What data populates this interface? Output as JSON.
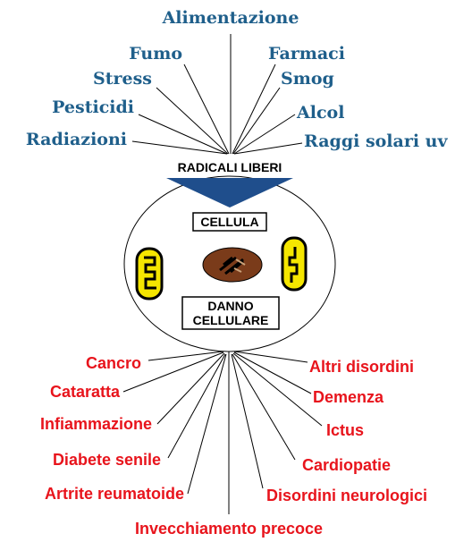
{
  "causes": [
    "Alimentazione",
    "Fumo",
    "Farmaci",
    "Stress",
    "Smog",
    "Pesticidi",
    "Alcol",
    "Radiazioni",
    "Raggi solari uv"
  ],
  "source_label": "RADICALI LIBERI",
  "cell_label": "CELLULA",
  "damage_label_line1": "DANNO",
  "damage_label_line2": "CELLULARE",
  "effects": [
    "Cancro",
    "Altri disordini",
    "Cataratta",
    "Demenza",
    "Infiammazione",
    "Ictus",
    "Diabete senile",
    "Cardiopatie",
    "Artrite reumatoide",
    "Disordini neurologici",
    "Invecchiamento precoce"
  ],
  "colors": {
    "cause_text": "#1f5f8b",
    "effect_text": "#e8141c",
    "arrow": "#1f4e8c",
    "mitochondrion": "#f5e600",
    "nucleus": "#7a3b1a"
  }
}
